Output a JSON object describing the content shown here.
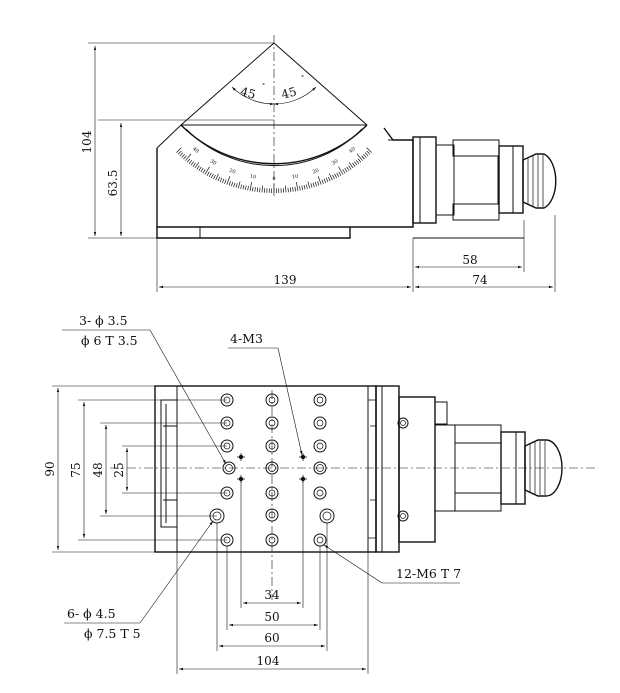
{
  "top_view": {
    "angle_left": "45",
    "angle_right": "45",
    "degree_mark": "°",
    "dim_total_height": "104",
    "dim_base_height": "63.5",
    "dim_width": "139",
    "dim_motor_body": "58",
    "dim_motor_total": "74",
    "scale_labels": [
      "40",
      "30",
      "20",
      "10",
      "0",
      "10",
      "20",
      "30",
      "40"
    ]
  },
  "bottom_view": {
    "callout_holes_line1": "3- ϕ 3.5",
    "callout_holes_line2": "ϕ 6 T 3.5",
    "callout_m3": "4-M3",
    "callout_m6": "12-M6 T 7",
    "callout_mount_line1": "6- ϕ 4.5",
    "callout_mount_line2": "ϕ 7.5 T 5",
    "dim_height_90": "90",
    "dim_height_75": "75",
    "dim_height_48": "48",
    "dim_height_25": "25",
    "dim_34": "34",
    "dim_50": "50",
    "dim_60": "60",
    "dim_104": "104"
  }
}
